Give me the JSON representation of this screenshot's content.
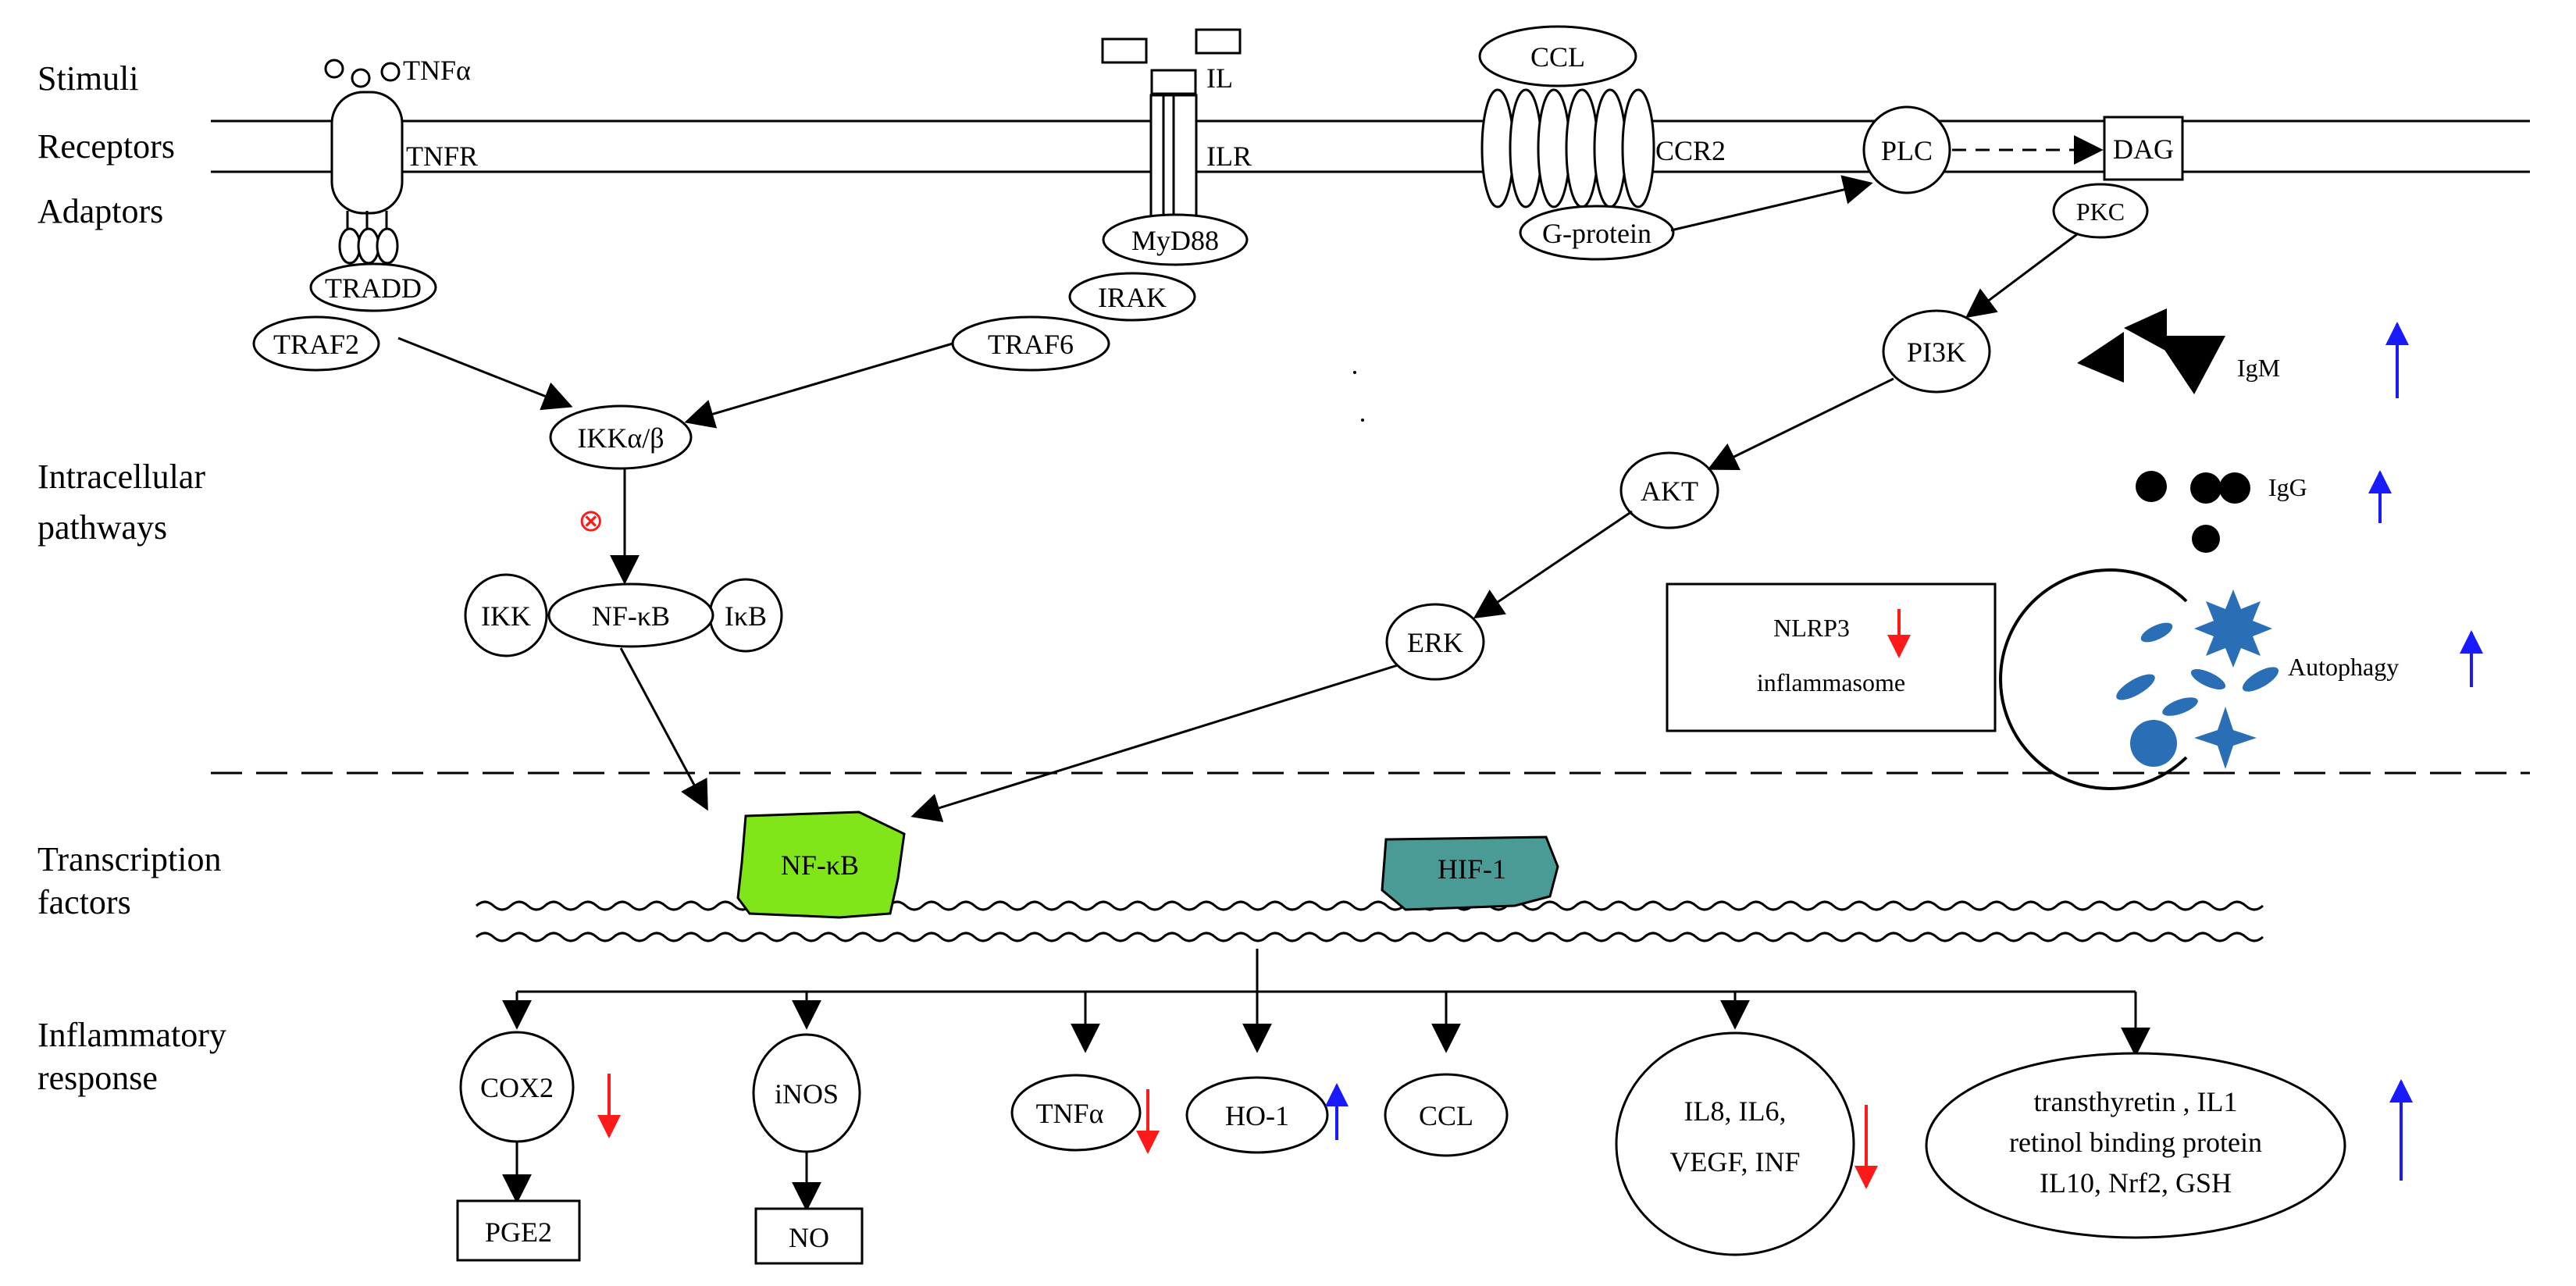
{
  "row_labels": {
    "stimuli": "Stimuli",
    "receptors": "Receptors",
    "adaptors": "Adaptors",
    "intracellular_1": "Intracellular",
    "intracellular_2": "pathways",
    "transcription_1": "Transcription",
    "transcription_2": "factors",
    "inflammatory_1": "Inflammatory",
    "inflammatory_2": "response"
  },
  "stimuli": {
    "tnfa": "TNFα",
    "il": "IL",
    "ccl": "CCL"
  },
  "receptors": {
    "tnfr": "TNFR",
    "ilr": "ILR",
    "ccr2": "CCR2",
    "plc": "PLC",
    "dag": "DAG"
  },
  "adaptors": {
    "tradd": "TRADD",
    "traf2": "TRAF2",
    "myd88": "MyD88",
    "irak": "IRAK",
    "traf6": "TRAF6",
    "gprotein": "G-protein",
    "pkc": "PKC"
  },
  "intracellular": {
    "ikk_ab": "IKKα/β",
    "ikk": "IKK",
    "nfkb": "NF-κB",
    "ikb": "IκB",
    "pi3k": "PI3K",
    "akt": "AKT",
    "erk": "ERK",
    "nlrp3_1": "NLRP3",
    "nlrp3_2": "inflammasome",
    "igm": "IgM",
    "igg": "IgG",
    "autophagy": "Autophagy",
    "inhibit_symbol": "⊗"
  },
  "transcription": {
    "nfkb": "NF-κB",
    "hif1": "HIF-1"
  },
  "response": {
    "cox2": "COX2",
    "pge2": "PGE2",
    "inos": "iNOS",
    "no": "NO",
    "tnfa": "TNFα",
    "ho1": "HO-1",
    "ccl": "CCL",
    "il_group_1": "IL8, IL6,",
    "il_group_2": "VEGF, INF",
    "tt_1": "transthyretin , IL1",
    "tt_2": "retinol binding protein",
    "tt_3": "IL10, Nrf2, GSH"
  },
  "colors": {
    "up_arrow": "#1a1aff",
    "down_arrow": "#ff1a1a",
    "nfkb_fill": "#80e61a",
    "hif1_fill": "#4a9a96",
    "autophagy_blue": "#2a6fb5"
  }
}
